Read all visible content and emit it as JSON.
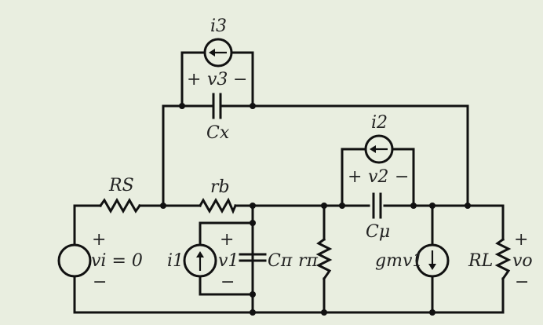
{
  "labels": {
    "i3": "i3",
    "v3_plus": "+",
    "v3": "v3",
    "v3_minus": "−",
    "cx": "Cx",
    "i2": "i2",
    "v2_plus": "+",
    "v2": "v2",
    "v2_minus": "−",
    "cmu": "Cμ",
    "rs": "RS",
    "rb": "rb",
    "vi_plus": "+",
    "vi_eq": "vi = 0",
    "vi_minus": "−",
    "i1": "i1",
    "v1_plus": "+",
    "v1": "v1",
    "v1_minus": "−",
    "cpi": "Cπ",
    "rpi": "rπ",
    "gm": "gmv1",
    "rl": "RL",
    "vo_plus": "+",
    "vo": "vo",
    "vo_minus": "−"
  }
}
